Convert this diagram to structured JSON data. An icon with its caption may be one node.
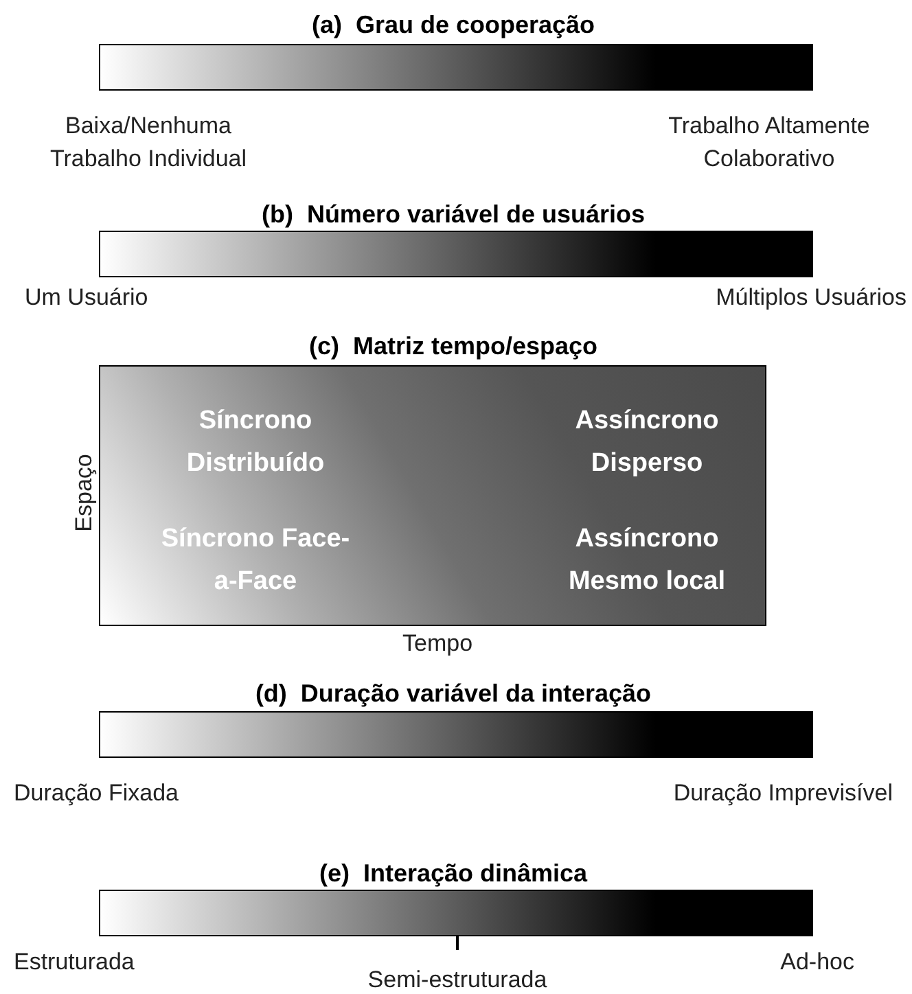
{
  "diagram": {
    "nodes": [
      {
        "text": [],
        "shape": "bar"
      },
      {
        "text": [],
        "shape": "bar"
      },
      {
        "text": [
          "Síncrono Distribuído",
          "Assíncrono Disperso",
          "Síncrono Face-a-Face",
          "Assíncrono Mesmo local"
        ],
        "beside": [
          "Espaço",
          "Tempo"
        ]
      },
      {
        "text": [],
        "shape": "bar"
      },
      {
        "text": [],
        "shape": "bar"
      }
    ],
    "labels": [
      "(a)  Grau de cooperação",
      "Baixa/Nenhuma Trabalho Individual",
      "Trabalho Altamente Colaborativo",
      "(b)  Número variável de usuários",
      "Um Usuário",
      "Múltiplos Usuários",
      "(c)  Matriz tempo/espaço",
      "(d)  Duração variável da interação",
      "Duração Fixada",
      "Duração Imprevisível",
      "(e)  Interação dinâmica",
      "Estruturada",
      "Semi-estruturada",
      "Ad-hoc"
    ]
  }
}
